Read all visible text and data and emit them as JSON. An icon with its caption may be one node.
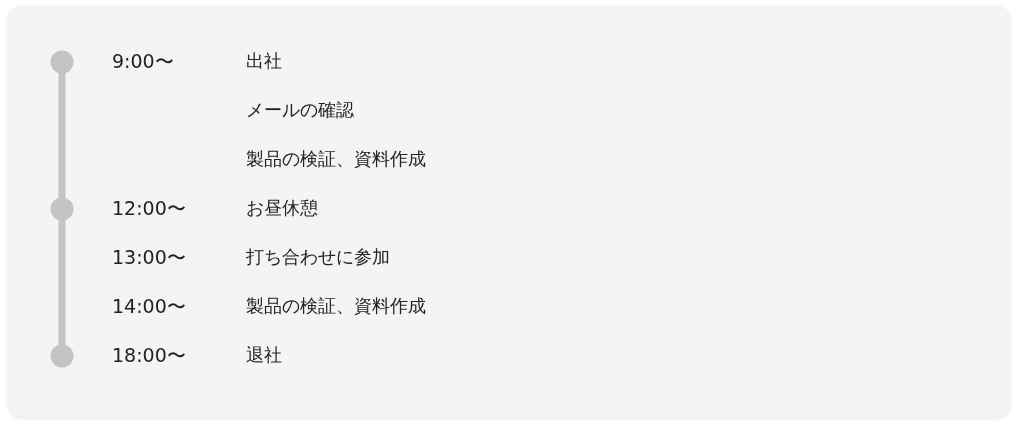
{
  "diagram": {
    "labels": [
      "9:00〜",
      "出社",
      "メールの確認",
      "製品の検証、資料作成",
      "12:00〜",
      "お昼休憩",
      "13:00〜",
      "打ち合わせに参加",
      "14:00〜",
      "製品の検証、資料作成",
      "18:00〜",
      "退社"
    ]
  }
}
